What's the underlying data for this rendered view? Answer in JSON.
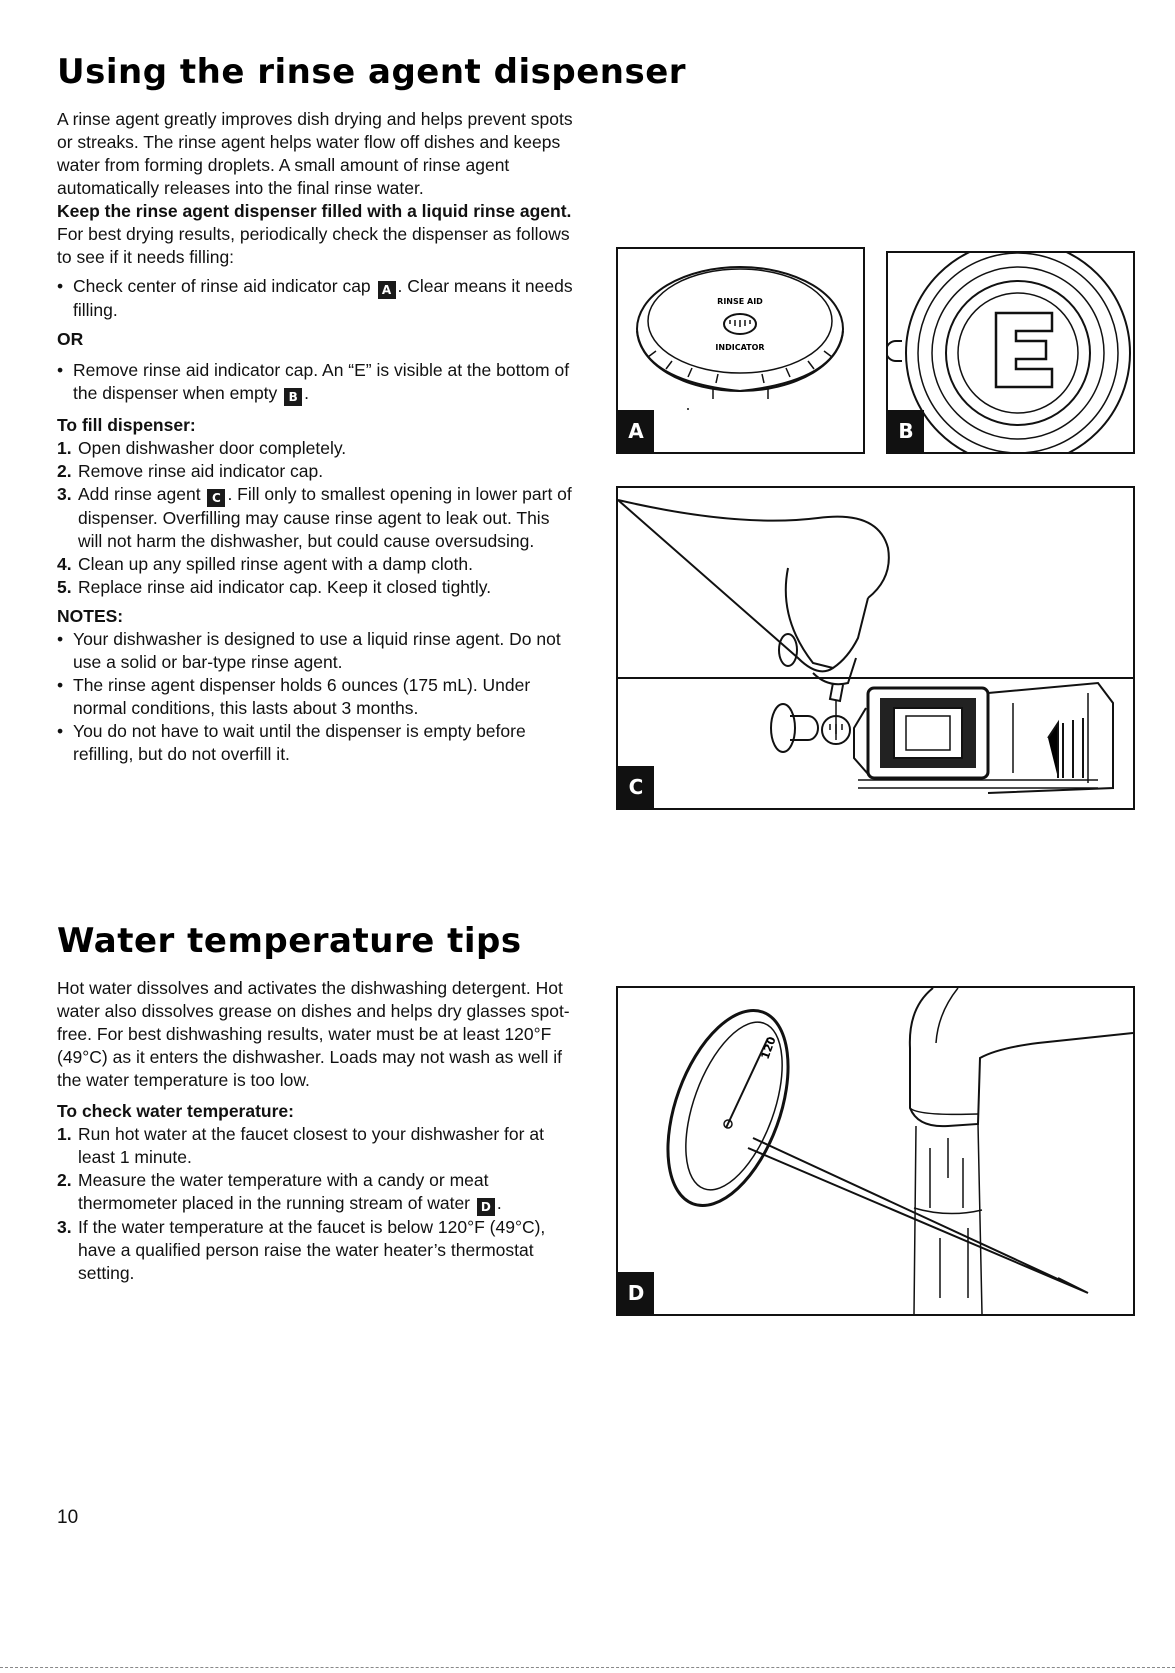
{
  "rinse": {
    "title": "Using the rinse agent dispenser",
    "intro": "A rinse agent greatly improves dish drying and helps prevent spots or streaks. The rinse agent helps water flow off dishes and keeps water from forming droplets. A small amount of rinse agent automatically releases into the final rinse water.",
    "keep_bold": "Keep the rinse agent dispenser filled with a liquid rinse agent.",
    "keep_rest": " For best drying results, periodically check the dispenser as follows to see if it needs filling:",
    "check1_a": "Check center of rinse aid indicator cap ",
    "check1_key": "A",
    "check1_b": ". Clear means it needs filling.",
    "or_label": "OR",
    "check2_a": "Remove rinse aid indicator cap. An “E” is visible at the bottom of the dispenser when empty ",
    "check2_key": "B",
    "check2_b": ".",
    "fill_heading": "To fill dispenser:",
    "step1": "Open dishwasher door completely.",
    "step2": "Remove rinse aid indicator cap.",
    "step3_a": "Add rinse agent ",
    "step3_key": "C",
    "step3_b": ". Fill only to smallest opening in lower part of dispenser. Overfilling may cause rinse agent to leak out. This will not harm the dishwasher, but could cause oversudsing.",
    "step4": "Clean up any spilled rinse agent with a damp cloth.",
    "step5": "Replace rinse aid indicator cap. Keep it closed tightly.",
    "notes_heading": "NOTES:",
    "note1": "Your dishwasher is designed to use a liquid rinse agent. Do not use a solid or bar-type rinse agent.",
    "note2": "The rinse agent dispenser holds 6 ounces (175 mL). Under normal conditions, this lasts about 3 months.",
    "note3": "You do not have to wait until the dispenser is empty before refilling, but do not overfill it."
  },
  "water": {
    "title": "Water temperature tips",
    "intro": "Hot water dissolves and activates the dishwashing detergent. Hot water also dissolves grease on dishes and helps dry glasses spot-free. For best dishwashing results, water must be at least 120°F (49°C) as it enters the dishwasher. Loads may not wash as well if the water temperature is too low.",
    "check_heading": "To check water temperature:",
    "step1": "Run hot water at the faucet closest to your dishwasher for at least 1 minute.",
    "step2_a": "Measure the water temperature with a candy or meat thermometer placed in the running stream of water ",
    "step2_key": "D",
    "step2_b": ".",
    "step3": "If the water temperature at the faucet is below 120°F (49°C), have a qualified person raise the water heater’s thermostat setting."
  },
  "figures": {
    "a_label": "A",
    "b_label": "B",
    "c_label": "C",
    "d_label": "D",
    "cap_text_top": "RINSE AID",
    "cap_text_bottom": "INDICATOR",
    "b_letter": "E",
    "d_dial": "120"
  },
  "list_marks": {
    "bullet": "•",
    "n1": "1.",
    "n2": "2.",
    "n3": "3.",
    "n4": "4.",
    "n5": "5."
  },
  "page_number": "10"
}
